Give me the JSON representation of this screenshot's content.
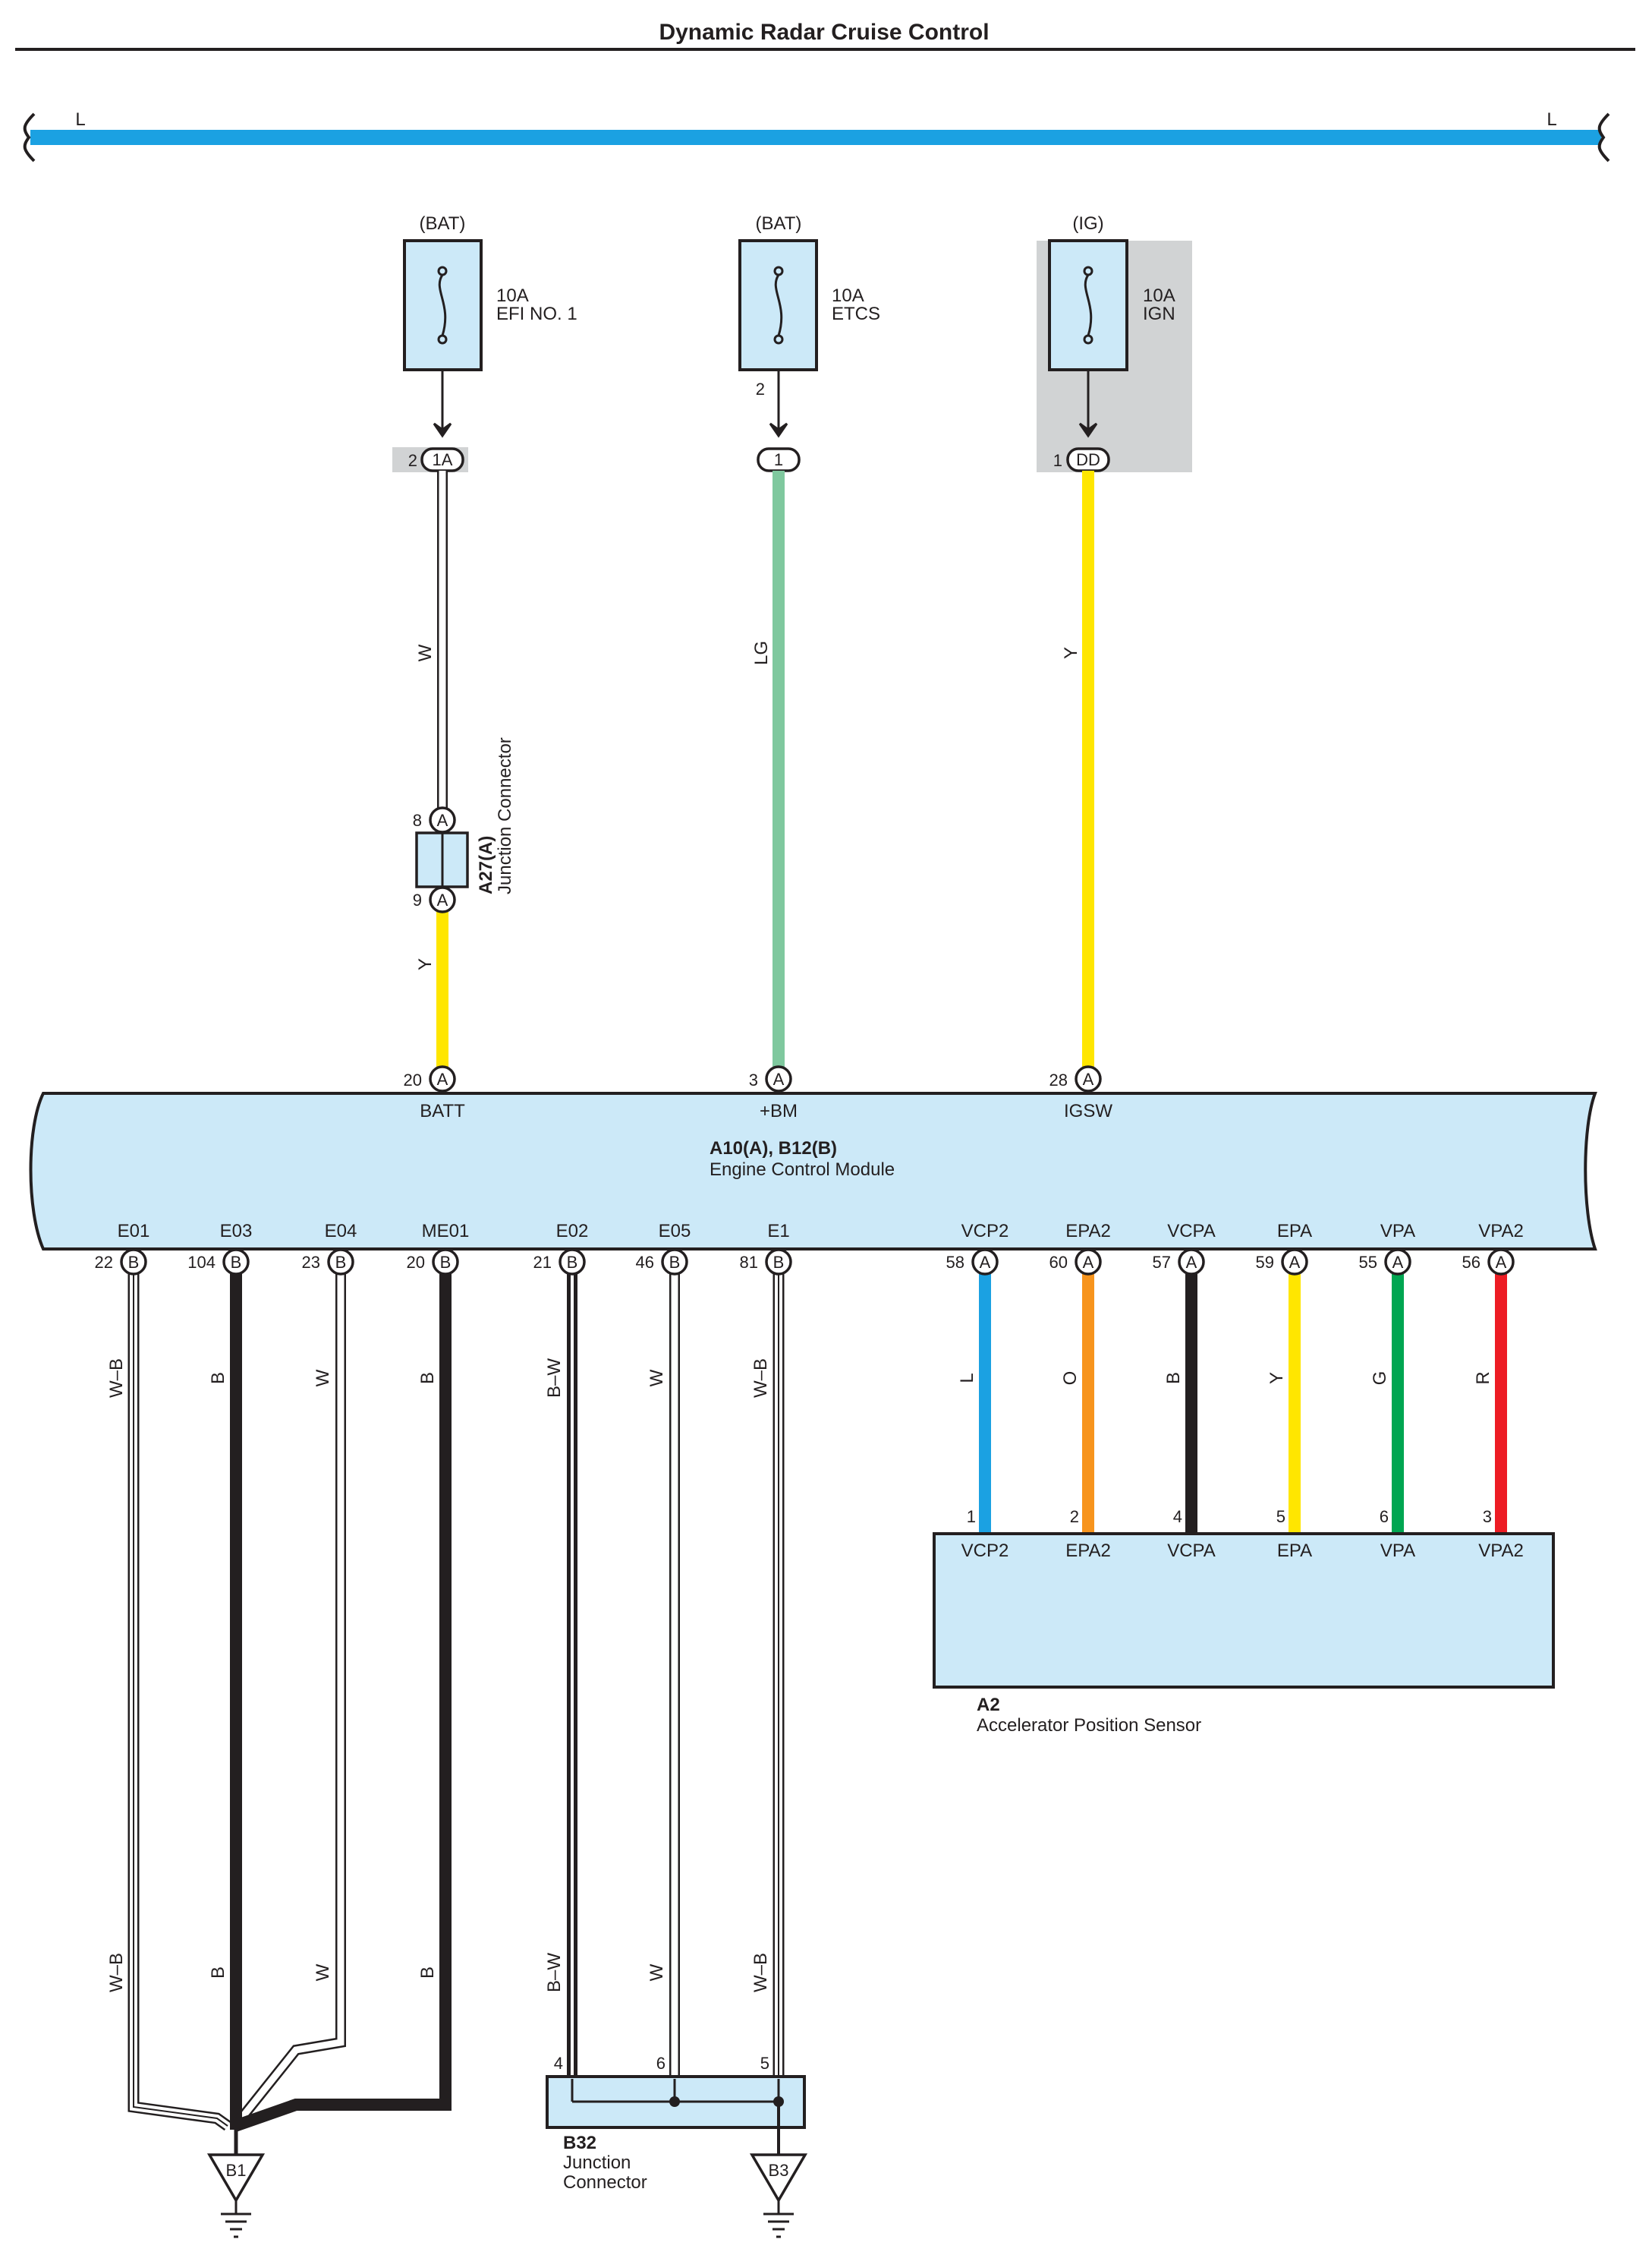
{
  "title": "Dynamic Radar Cruise Control",
  "top_bus": {
    "left_label": "L",
    "right_label": "L"
  },
  "fuses": [
    {
      "source": "(BAT)",
      "rating": "10A",
      "name": "EFI NO. 1"
    },
    {
      "source": "(BAT)",
      "rating": "10A",
      "name": "ETCS",
      "out_pin": "2"
    },
    {
      "source": "(IG)",
      "rating": "10A",
      "name": "IGN"
    }
  ],
  "upper_connectors": [
    {
      "pin": "2",
      "id": "1A"
    },
    {
      "pin": "",
      "id": "1"
    },
    {
      "pin": "1",
      "id": "DD"
    }
  ],
  "junction_a27": {
    "name": "A27(A)",
    "desc": "Junction Connector",
    "pin_top": "8",
    "pin_bottom": "9",
    "conn": "A"
  },
  "upper_wires": [
    {
      "color_code": "W"
    },
    {
      "color_code": "Y"
    },
    {
      "color_code": "LG"
    },
    {
      "color_code": "Y"
    }
  ],
  "ecm": {
    "name": "A10(A), B12(B)",
    "desc": "Engine Control Module",
    "top_pins": [
      {
        "num": "20",
        "conn": "A",
        "label": "BATT"
      },
      {
        "num": "3",
        "conn": "A",
        "label": "+BM"
      },
      {
        "num": "28",
        "conn": "A",
        "label": "IGSW"
      }
    ],
    "bottom_pins": [
      {
        "num": "22",
        "conn": "B",
        "label": "E01"
      },
      {
        "num": "104",
        "conn": "B",
        "label": "E03"
      },
      {
        "num": "23",
        "conn": "B",
        "label": "E04"
      },
      {
        "num": "20",
        "conn": "B",
        "label": "ME01"
      },
      {
        "num": "21",
        "conn": "B",
        "label": "E02"
      },
      {
        "num": "46",
        "conn": "B",
        "label": "E05"
      },
      {
        "num": "81",
        "conn": "B",
        "label": "E1"
      },
      {
        "num": "58",
        "conn": "A",
        "label": "VCP2"
      },
      {
        "num": "60",
        "conn": "A",
        "label": "EPA2"
      },
      {
        "num": "57",
        "conn": "A",
        "label": "VCPA"
      },
      {
        "num": "59",
        "conn": "A",
        "label": "EPA"
      },
      {
        "num": "55",
        "conn": "A",
        "label": "VPA"
      },
      {
        "num": "56",
        "conn": "A",
        "label": "VPA2"
      }
    ]
  },
  "ground_wires": [
    {
      "color_code": "W–B"
    },
    {
      "color_code": "B"
    },
    {
      "color_code": "W"
    },
    {
      "color_code": "B"
    },
    {
      "color_code": "B–W"
    },
    {
      "color_code": "W"
    },
    {
      "color_code": "W–B"
    }
  ],
  "sensor_wires": [
    {
      "color_code": "L",
      "hex": "#1ba1e2"
    },
    {
      "color_code": "O",
      "hex": "#f7941d"
    },
    {
      "color_code": "B",
      "hex": "#231f20"
    },
    {
      "color_code": "Y",
      "hex": "#ffe600"
    },
    {
      "color_code": "G",
      "hex": "#00a651"
    },
    {
      "color_code": "R",
      "hex": "#ed1c24"
    }
  ],
  "sensor_a2": {
    "name": "A2",
    "desc": "Accelerator Position Sensor",
    "pins": [
      {
        "num": "1",
        "label": "VCP2"
      },
      {
        "num": "2",
        "label": "EPA2"
      },
      {
        "num": "4",
        "label": "VCPA"
      },
      {
        "num": "5",
        "label": "EPA"
      },
      {
        "num": "6",
        "label": "VPA"
      },
      {
        "num": "3",
        "label": "VPA2"
      }
    ]
  },
  "junction_b32": {
    "name": "B32",
    "desc_line1": "Junction",
    "desc_line2": "Connector",
    "pins": [
      "4",
      "6",
      "5"
    ]
  },
  "grounds": [
    {
      "name": "B1"
    },
    {
      "name": "B3"
    }
  ],
  "colors": {
    "component_fill": "#cce9f8",
    "outline": "#231f20",
    "shade": "#d1d3d4",
    "bus_blue": "#1ba1e2",
    "wire_yellow": "#ffe600",
    "wire_lightgreen": "#7fc89e"
  }
}
